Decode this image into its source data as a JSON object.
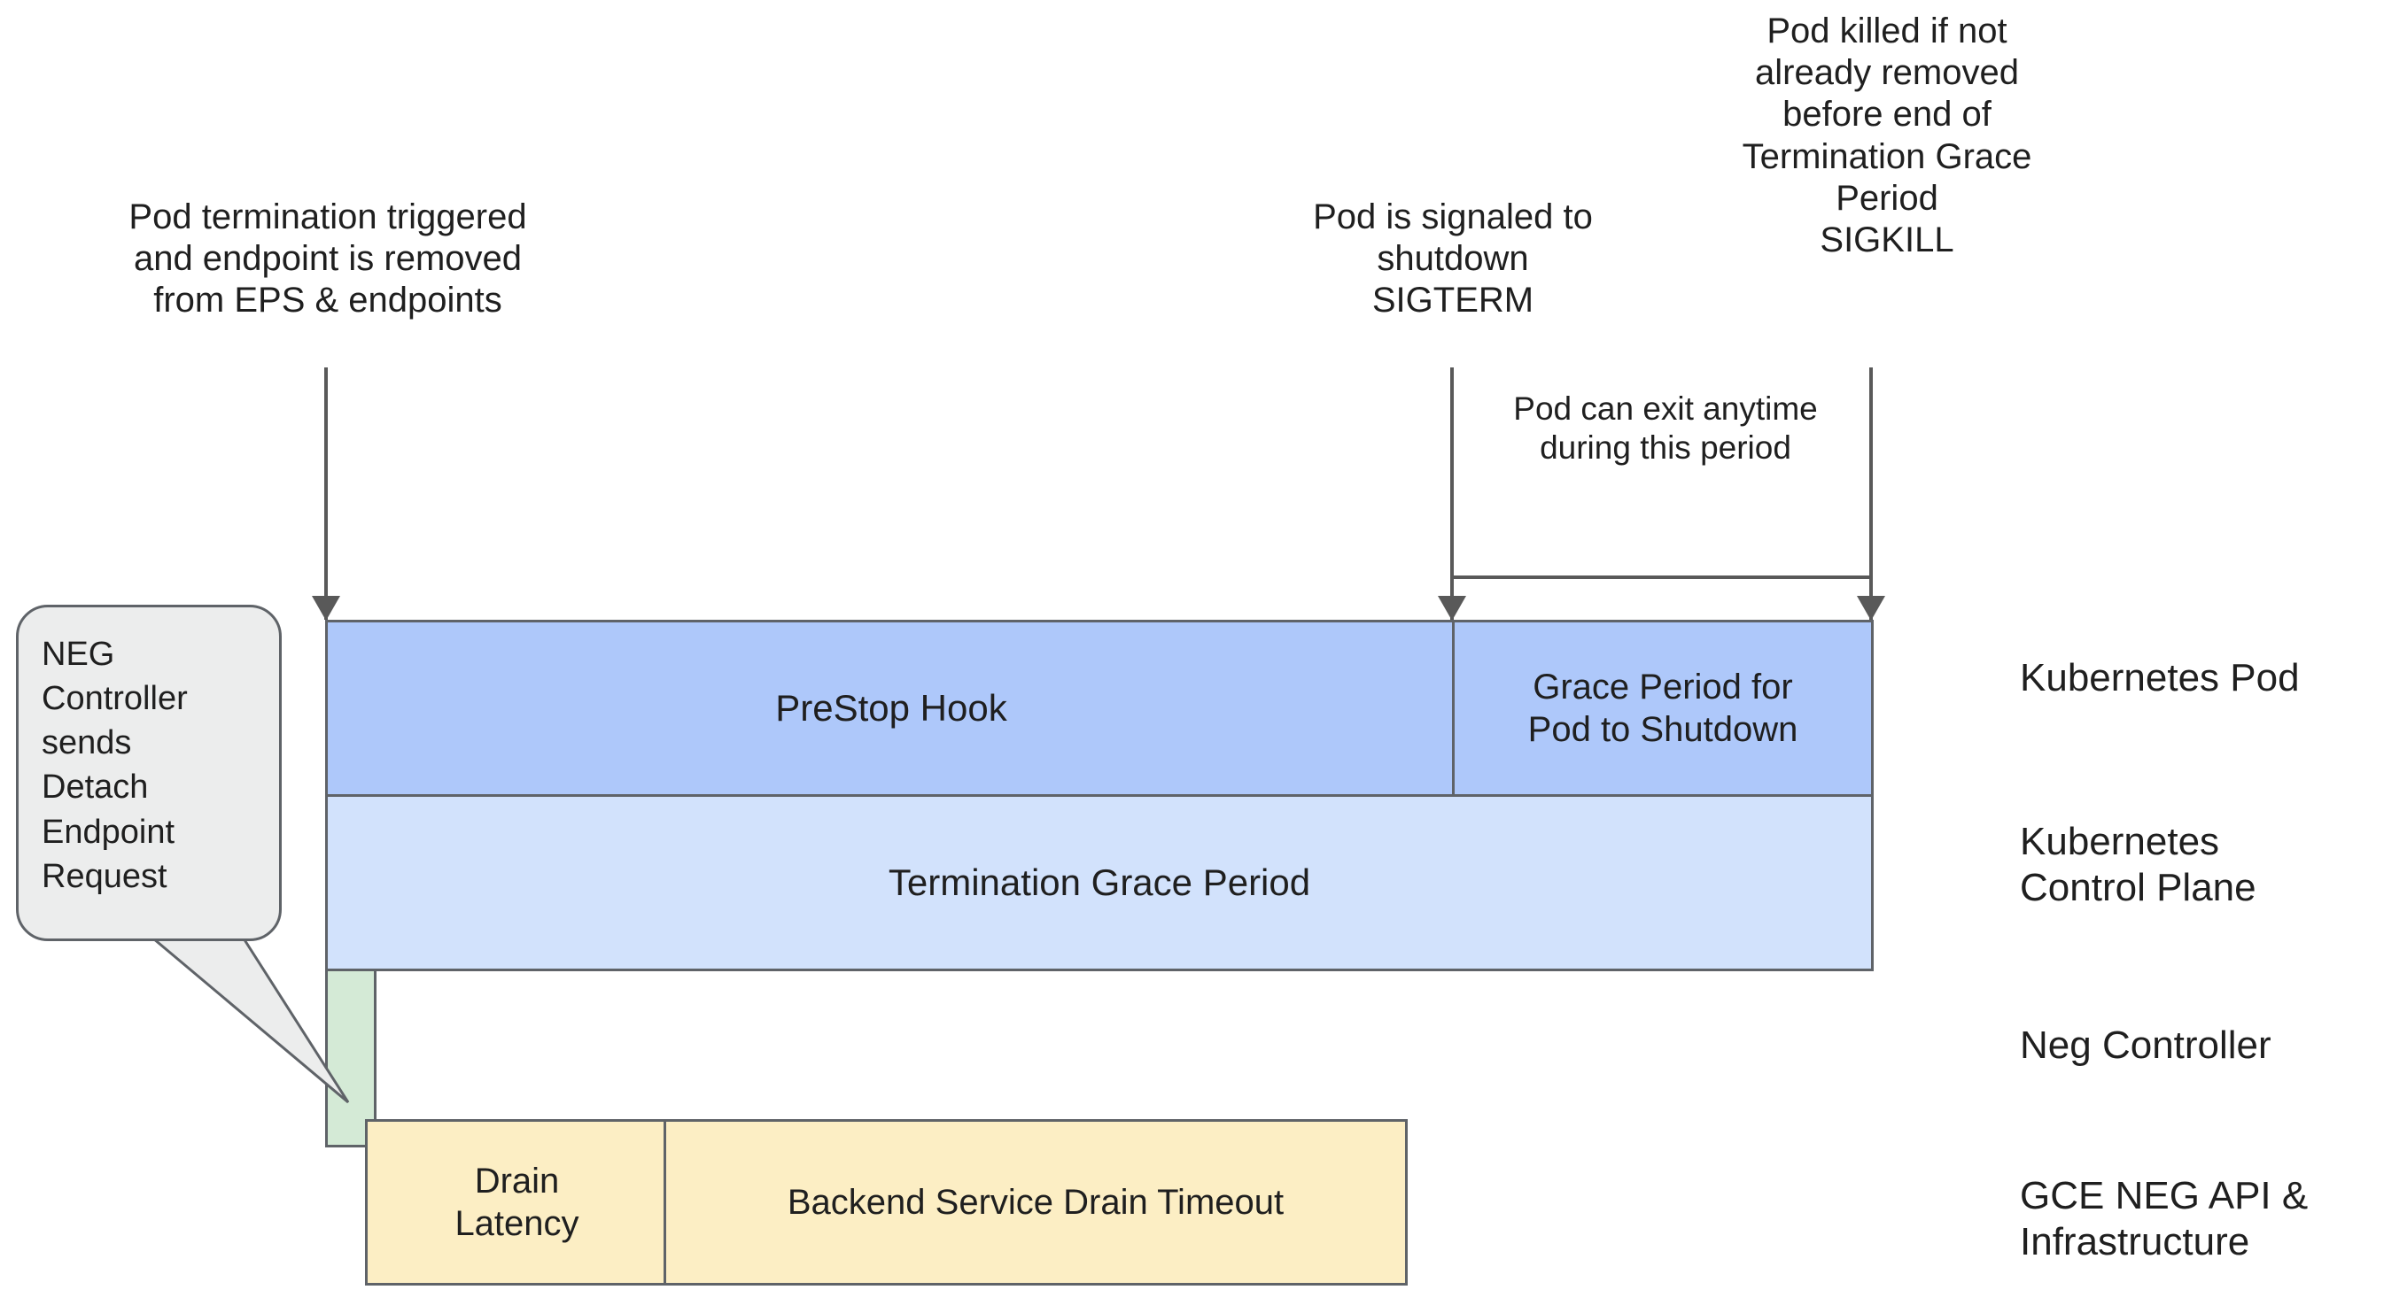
{
  "annotations": {
    "termination_trigger": "Pod termination triggered\nand endpoint is removed\nfrom EPS & endpoints",
    "sigterm": "Pod is signaled to\nshutdown\nSIGTERM",
    "sigkill": "Pod killed if not\nalready removed\nbefore end of\nTermination Grace\nPeriod\nSIGKILL",
    "pod_exit": "Pod can exit anytime\nduring this period"
  },
  "callout": {
    "text": "NEG\nController\nsends\nDetach\nEndpoint\nRequest"
  },
  "bars": {
    "prestop_hook": "PreStop Hook",
    "grace_period": "Grace Period for\nPod to Shutdown",
    "termination_grace_period": "Termination Grace Period",
    "neg_controller": "",
    "drain_latency": "Drain\nLatency",
    "backend_service_drain_timeout": "Backend Service Drain Timeout"
  },
  "legend": {
    "kubernetes_pod": "Kubernetes Pod",
    "kubernetes_control_plane": "Kubernetes\nControl Plane",
    "neg_controller": "Neg Controller",
    "gce_neg_api": "GCE NEG API &\nInfrastructure"
  },
  "colors": {
    "prestop_hook_fill": "#aec8fa",
    "grace_period_fill": "#aec8fa",
    "termination_grace_period_fill": "#d2e2fc",
    "neg_controller_fill": "#d4ead6",
    "drain_fill": "#fceec4",
    "border": "#5f6368",
    "arrow": "#595959",
    "callout_fill": "#eceded",
    "text": "#1f1f1f"
  }
}
